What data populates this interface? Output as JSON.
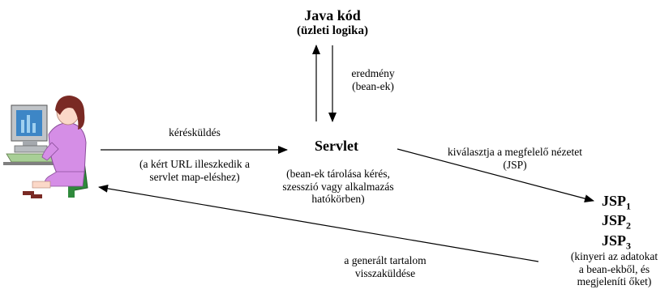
{
  "nodes": {
    "java_code": {
      "title": "Java kód",
      "subtitle": "(üzleti logika)"
    },
    "servlet": {
      "title": "Servlet",
      "note": [
        "(bean-ek tárolása kérés,",
        "szesszió vagy alkalmazás",
        "hatókörben)"
      ]
    },
    "jsp": {
      "items": [
        {
          "name": "JSP",
          "index": "1"
        },
        {
          "name": "JSP",
          "index": "2"
        },
        {
          "name": "JSP",
          "index": "3"
        }
      ],
      "note": [
        "(kinyeri az adatokat",
        "a bean-ekből, és",
        "megjeleníti őket)"
      ]
    },
    "user": {
      "icon": "user-at-computer-icon"
    }
  },
  "edges": {
    "request": {
      "label": "kérésküldés",
      "note": [
        "(a kért URL illeszkedik a",
        "servlet map-eléshez)"
      ]
    },
    "result": {
      "label": [
        "eredmény",
        "(bean-ek)"
      ]
    },
    "select_view": {
      "label": [
        "kiválasztja a megfelelő nézetet",
        "(JSP)"
      ]
    },
    "response": {
      "label": [
        "a generált tartalom",
        "visszaküldése"
      ]
    }
  },
  "colors": {
    "background": "#ffffff",
    "arrow": "#000000",
    "shirt": "#d58ee6",
    "hair": "#7a2a24",
    "skin": "#fbd8c8",
    "monitor_body": "#c0c4c8",
    "screen": "#3d86c6",
    "chair": "#2f8a3c",
    "keyboard": "#a8cf96"
  }
}
